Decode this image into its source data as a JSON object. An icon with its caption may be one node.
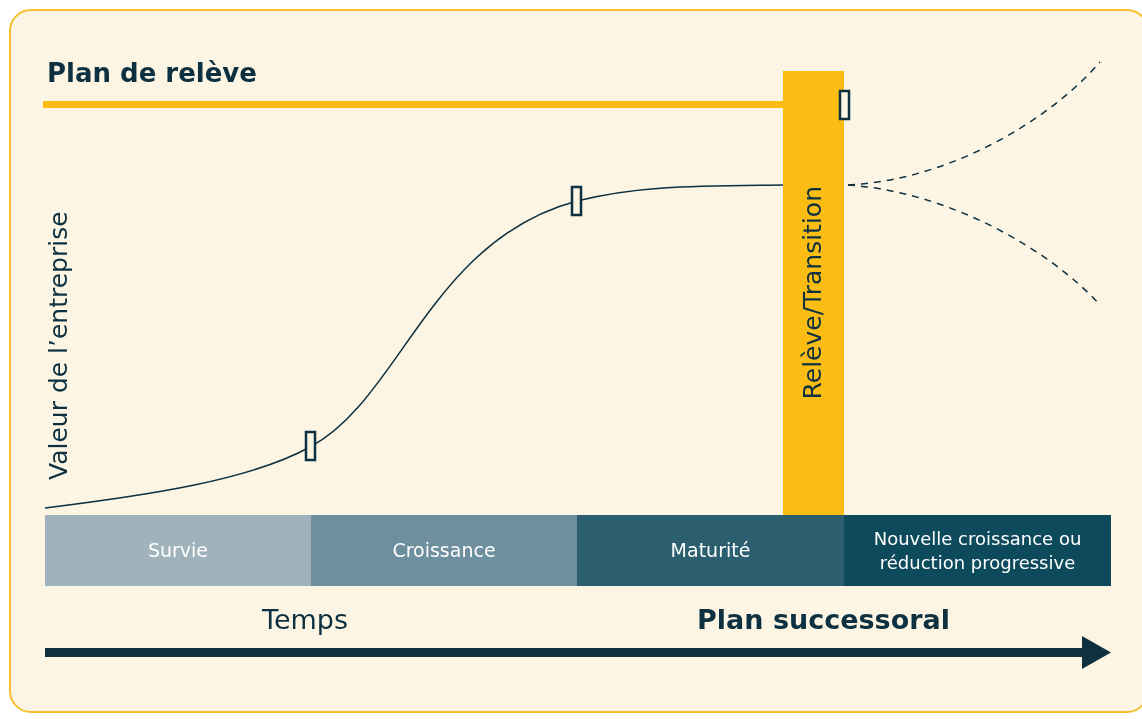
{
  "diagram": {
    "nodes": [
      {
        "text": [
          "Relève/Transition"
        ]
      },
      {
        "text": [
          "Survie"
        ]
      },
      {
        "text": [
          "Croissance"
        ]
      },
      {
        "text": [
          "Maturité"
        ]
      },
      {
        "text": [
          "Nouvelle croissance ou réduction progressive"
        ]
      }
    ],
    "labels": [
      "Plan de relève",
      "Valeur de l’entreprise",
      "Temps",
      "Plan successoral"
    ]
  }
}
